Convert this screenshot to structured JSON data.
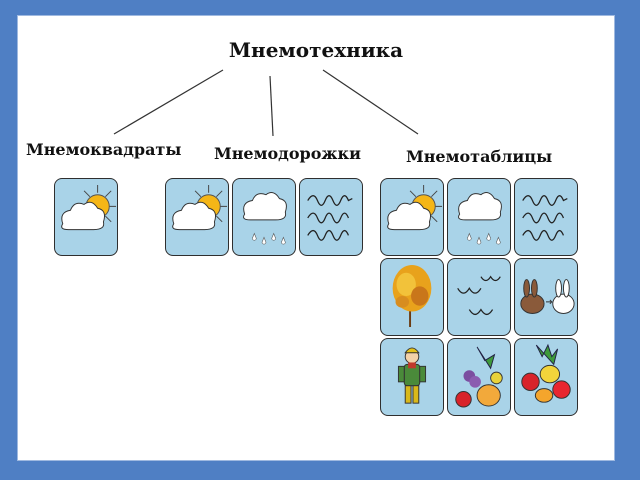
{
  "diagram": {
    "root": "Мнемотехника",
    "branches": [
      {
        "label": "Мнемоквадраты"
      },
      {
        "label": "Мнемодорожки"
      },
      {
        "label": "Мнемотаблицы"
      }
    ]
  },
  "colors": {
    "background": "#4f7fc4",
    "card_fill": "#a9d3e8",
    "sun": "#f5b617"
  },
  "cards": {
    "mnemosquare": [
      "sun-cloud-icon"
    ],
    "mnemotrack": [
      "sun-cloud-icon",
      "rain-cloud-icon",
      "wind-swirl-icon"
    ],
    "mnemotable": [
      [
        "sun-cloud-icon",
        "rain-cloud-icon",
        "wind-swirl-icon"
      ],
      [
        "autumn-tree-icon",
        "flying-birds-icon",
        "hares-icon"
      ],
      [
        "child-in-warm-clothes-icon",
        "fruits-icon",
        "vegetables-icon"
      ]
    ]
  }
}
